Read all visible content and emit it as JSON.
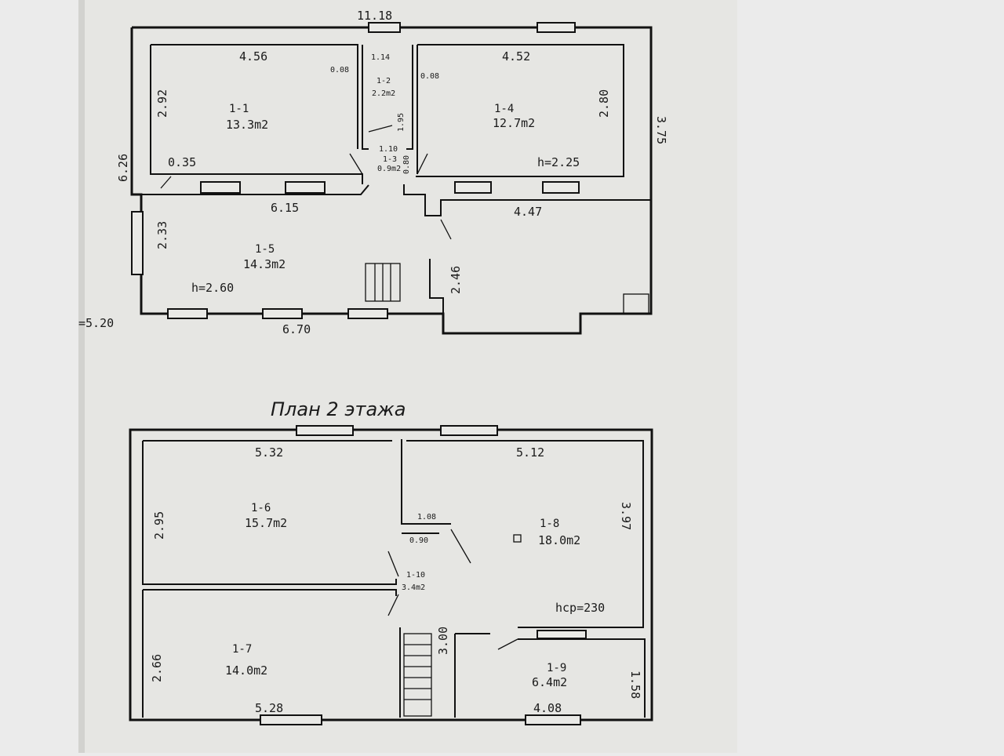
{
  "floor1": {
    "overall_width": "11.18",
    "overall_depth": "6.26",
    "right_depth": "3.75",
    "bottom_left_dim": "=5.20",
    "rooms": {
      "r1_1": {
        "id": "1-1",
        "area": "13.3m2",
        "width": "4.56",
        "height": "2.92"
      },
      "r1_2": {
        "id": "1-2",
        "area": "2.2m2",
        "width": "1.14",
        "left_offset": "0.08",
        "right_offset": "0.08",
        "depth": "1.95"
      },
      "r1_3": {
        "id": "1-3",
        "area": "0.9m2",
        "width": "1.10",
        "depth": "0.80"
      },
      "r1_4": {
        "id": "1-4",
        "area": "12.7m2",
        "width": "4.52",
        "height": "2.80",
        "ceiling": "h=2.25"
      },
      "r1_5": {
        "id": "1-5",
        "area": "14.3m2",
        "width": "6.15",
        "height": "2.33",
        "ceiling": "h=2.60",
        "bottom_width": "6.70"
      }
    },
    "wall_thickness": "0.35",
    "hall_width": "4.47",
    "hall_depth": "2.46"
  },
  "floor2_title": "План 2 этажа",
  "floor2": {
    "rooms": {
      "r1_6": {
        "id": "1-6",
        "area": "15.7m2",
        "width": "5.32",
        "height": "2.95"
      },
      "r1_7": {
        "id": "1-7",
        "area": "14.0m2",
        "width": "5.28",
        "height": "2.66"
      },
      "r1_8": {
        "id": "1-8",
        "area": "18.0m2",
        "width": "5.12",
        "height": "3.97",
        "ceiling": "hср=230"
      },
      "r1_9": {
        "id": "1-9",
        "area": "6.4m2",
        "width": "4.08",
        "height": "1.58"
      },
      "r1_10": {
        "id": "1-10",
        "area": "3.4m2",
        "width": "1.08",
        "depth": "0.90"
      }
    },
    "stair_depth": "3.00"
  }
}
